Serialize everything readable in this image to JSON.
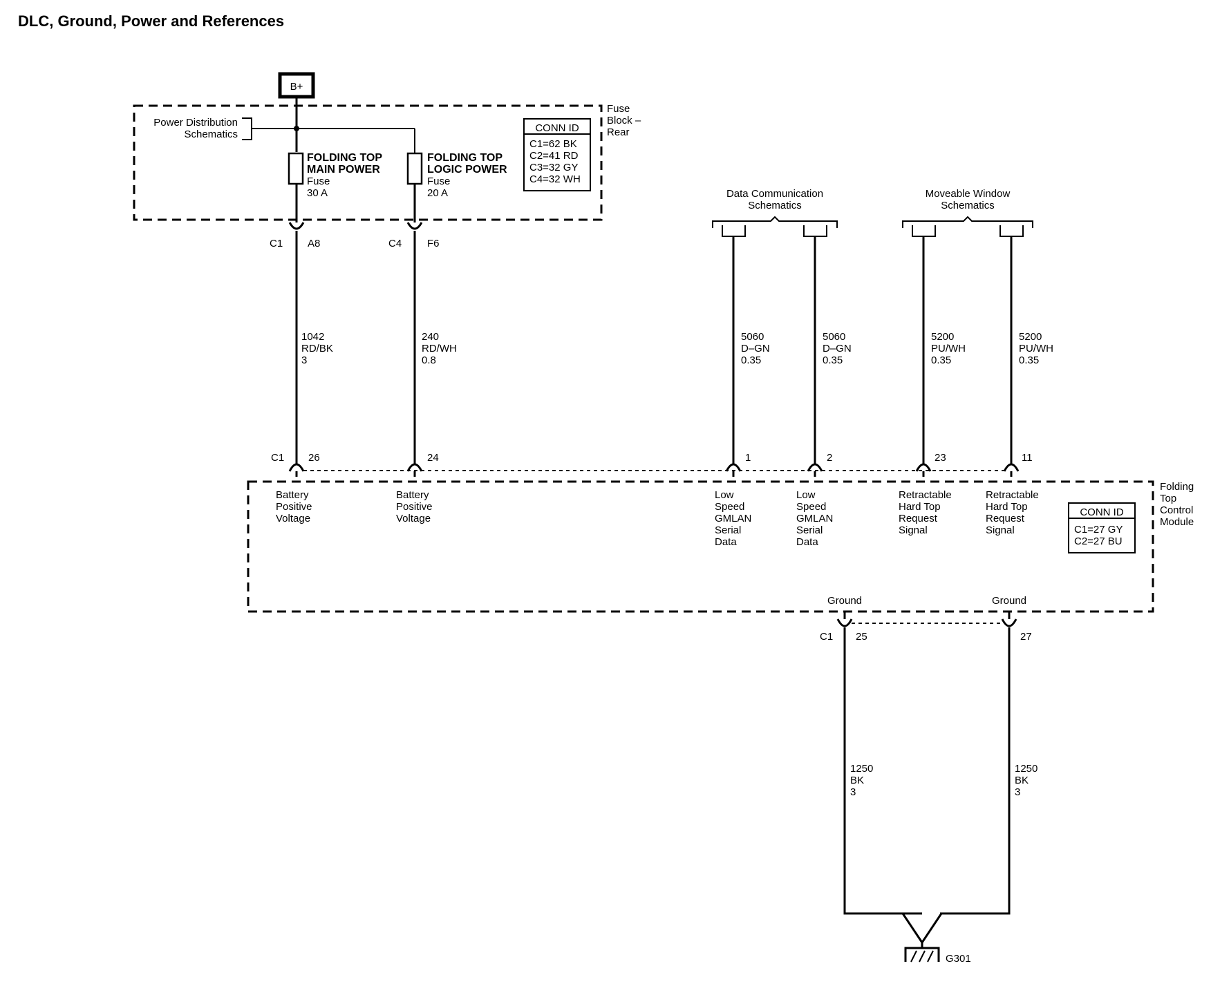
{
  "title": "DLC, Ground, Power and References",
  "power": {
    "bplus": "B+"
  },
  "fuse_block": {
    "name": [
      "Fuse",
      "Block –",
      "Rear"
    ],
    "power_dist": [
      "Power Distribution",
      "Schematics"
    ],
    "conn_id": {
      "header": "CONN ID",
      "rows": [
        "C1=62 BK",
        "C2=41 RD",
        "C3=32 GY",
        "C4=32 WH"
      ]
    },
    "fuses": [
      {
        "lines": [
          "FOLDING TOP",
          "MAIN POWER",
          "Fuse",
          "30 A"
        ]
      },
      {
        "lines": [
          "FOLDING TOP",
          "LOGIC POWER",
          "Fuse",
          "20 A"
        ]
      }
    ]
  },
  "top_connectors": [
    {
      "conn": "C1",
      "pin": "A8"
    },
    {
      "conn": "C4",
      "pin": "F6"
    }
  ],
  "references": [
    {
      "lines": [
        "Data Communication",
        "Schematics"
      ]
    },
    {
      "lines": [
        "Moveable Window",
        "Schematics"
      ]
    }
  ],
  "wires": [
    {
      "lines": [
        "1042",
        "RD/BK",
        "3"
      ]
    },
    {
      "lines": [
        "240",
        "RD/WH",
        "0.8"
      ]
    },
    {
      "lines": [
        "5060",
        "D–GN",
        "0.35"
      ]
    },
    {
      "lines": [
        "5060",
        "D–GN",
        "0.35"
      ]
    },
    {
      "lines": [
        "5200",
        "PU/WH",
        "0.35"
      ]
    },
    {
      "lines": [
        "5200",
        "PU/WH",
        "0.35"
      ]
    }
  ],
  "module": {
    "name": [
      "Folding",
      "Top",
      "Control",
      "Module"
    ],
    "conn_id": {
      "header": "CONN ID",
      "rows": [
        "C1=27 GY",
        "C2=27 BU"
      ]
    },
    "connector": "C1",
    "pins": [
      {
        "pin": "26",
        "lines": [
          "Battery",
          "Positive",
          "Voltage"
        ]
      },
      {
        "pin": "24",
        "lines": [
          "Battery",
          "Positive",
          "Voltage"
        ]
      },
      {
        "pin": "1",
        "lines": [
          "Low",
          "Speed",
          "GMLAN",
          "Serial",
          "Data"
        ]
      },
      {
        "pin": "2",
        "lines": [
          "Low",
          "Speed",
          "GMLAN",
          "Serial",
          "Data"
        ]
      },
      {
        "pin": "23",
        "lines": [
          "Retractable",
          "Hard Top",
          "Request",
          "Signal"
        ]
      },
      {
        "pin": "11",
        "lines": [
          "Retractable",
          "Hard Top",
          "Request",
          "Signal"
        ]
      }
    ],
    "grounds": [
      {
        "label": "Ground",
        "pin": "25"
      },
      {
        "label": "Ground",
        "pin": "27"
      }
    ],
    "ground_connector": "C1"
  },
  "ground_wires": [
    {
      "lines": [
        "1250",
        "BK",
        "3"
      ]
    },
    {
      "lines": [
        "1250",
        "BK",
        "3"
      ]
    }
  ],
  "ground_point": "G301"
}
